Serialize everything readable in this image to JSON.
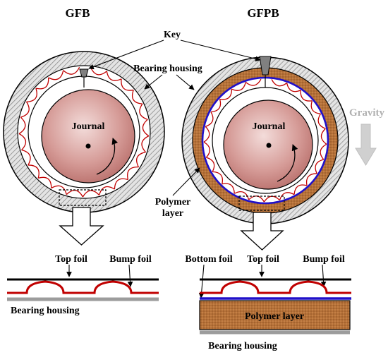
{
  "titles": {
    "left": "GFB",
    "right": "GFPB"
  },
  "labels": {
    "key": "Key",
    "bearing_housing_top": "Bearing housing",
    "gravity": "Gravity",
    "journal_left": "Journal",
    "journal_right": "Journal",
    "polymer_layer_callout_line1": "Polymer",
    "polymer_layer_callout_line2": "layer",
    "top_foil_left": "Top foil",
    "bump_foil_left": "Bump foil",
    "bearing_housing_left": "Bearing housing",
    "bottom_foil_right": "Bottom foil",
    "top_foil_right": "Top foil",
    "bump_foil_right": "Bump foil",
    "polymer_layer_detail": "Polymer layer",
    "bearing_housing_right": "Bearing housing"
  },
  "colors": {
    "journal": "#c98a86",
    "housing_hatch": "#9a9a9a",
    "polymer": "#b06c35",
    "bump_foil": "#c00000",
    "bottom_foil": "#2010c8",
    "top_foil": "#000000",
    "housing_strip": "#9c9c9c",
    "gravity_arrow": "#d0d0d0",
    "gravity_text": "#b0b0b0",
    "key": "#808080"
  }
}
